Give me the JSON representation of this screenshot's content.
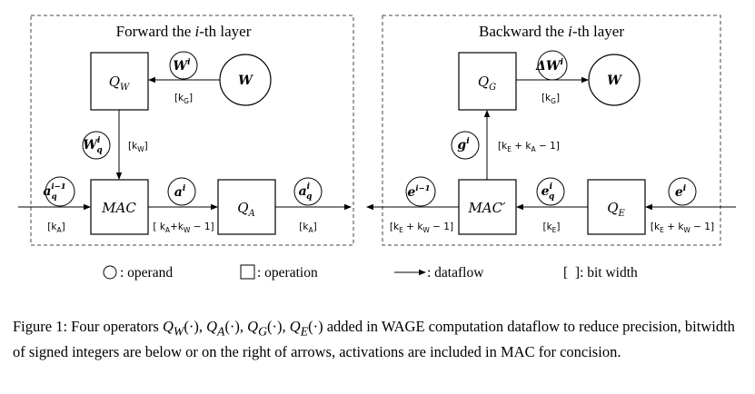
{
  "panels": {
    "forward_title_pre": "Forward the ",
    "forward_title_italic": "i",
    "forward_title_post": "-th layer",
    "backward_title_pre": "Backward the ",
    "backward_title_italic": "i",
    "backward_title_post": "-th layer"
  },
  "forward": {
    "qw": "Q",
    "qw_sub": "W",
    "mac": "MAC",
    "qa": "Q",
    "qa_sub": "A",
    "w": "W",
    "wi": "W",
    "wi_sup": "i",
    "wqi": "W",
    "wqi_sup": "i",
    "wqi_sub": "q",
    "aq_prev": "a",
    "aq_prev_sup": "i−1",
    "aq_prev_sub": "q",
    "ai": "a",
    "ai_sup": "i",
    "aqi": "a",
    "aqi_sup": "i",
    "aqi_sub": "q",
    "bw_kg": "[k",
    "bw_kg_sub": "G",
    "bw_kg_end": "]",
    "bw_kw": "[k",
    "bw_kw_sub": "W",
    "bw_kw_end": "]",
    "bw_ka_left": "[k",
    "bw_ka_left_sub": "A",
    "bw_ka_left_end": "]",
    "bw_mid": "[ k",
    "bw_mid_sub1": "A",
    "bw_mid_plus": "+k",
    "bw_mid_sub2": "W",
    "bw_mid_end": " − 1]",
    "bw_ka_right": "[k",
    "bw_ka_right_sub": "A",
    "bw_ka_right_end": "]"
  },
  "backward": {
    "qg": "Q",
    "qg_sub": "G",
    "mac": "MAC′",
    "qe": "Q",
    "qe_sub": "E",
    "w": "W",
    "dwi": "ΔW",
    "dwi_sup": "i",
    "gi": "g",
    "gi_sup": "i",
    "e_prev": "e",
    "e_prev_sup": "i−1",
    "eqi": "e",
    "eqi_sup": "i",
    "eqi_sub": "q",
    "ei": "e",
    "ei_sup": "i",
    "bw_kg": "[k",
    "bw_kg_sub": "G",
    "bw_kg_end": "]",
    "bw_g": "[k",
    "bw_g_sub1": "E",
    "bw_g_plus": " + k",
    "bw_g_sub2": "A",
    "bw_g_end": " − 1]",
    "bw_left": "[k",
    "bw_left_sub1": "E",
    "bw_left_plus": " + k",
    "bw_left_sub2": "W",
    "bw_left_end": " − 1]",
    "bw_ke": "[k",
    "bw_ke_sub": "E",
    "bw_ke_end": "]",
    "bw_right": "[k",
    "bw_right_sub1": "E",
    "bw_right_plus": " + k",
    "bw_right_sub2": "W",
    "bw_right_end": " − 1]"
  },
  "legend": {
    "operand": ": operand",
    "operation": ": operation",
    "dataflow": ": dataflow",
    "bitwidth": "[  ]: bit width"
  },
  "caption": {
    "label": "Figure 1: Four operators ",
    "ops": "Q",
    "q1_sub": "W",
    "q1_arg": "(·), ",
    "q2_sub": "A",
    "q2_arg": "(·), ",
    "q3_sub": "G",
    "q3_arg": "(·), ",
    "q4_sub": "E",
    "q4_arg": "(·)",
    "rest": " added in WAGE computation dataflow to reduce precision, bitwidth of signed integers are below or on the right of arrows, activations are included in MAC for concision."
  }
}
